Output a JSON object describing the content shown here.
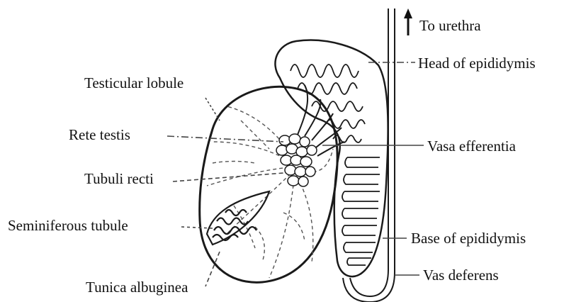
{
  "labels": {
    "to_urethra": "To urethra",
    "head_of_epididymis": "Head of epididymis",
    "testicular_lobule": "Testicular lobule",
    "rete_testis": "Rete testis",
    "vasa_efferentia": "Vasa efferentia",
    "tubuli_recti": "Tubuli recti",
    "seminiferous_tubule": "Seminiferous tubule",
    "base_of_epididymis": "Base of epididymis",
    "vas_deferens": "Vas deferens",
    "tunica_albuginea": "Tunica albuginea"
  },
  "colors": {
    "line": "#1a1a1a",
    "background": "#ffffff"
  }
}
